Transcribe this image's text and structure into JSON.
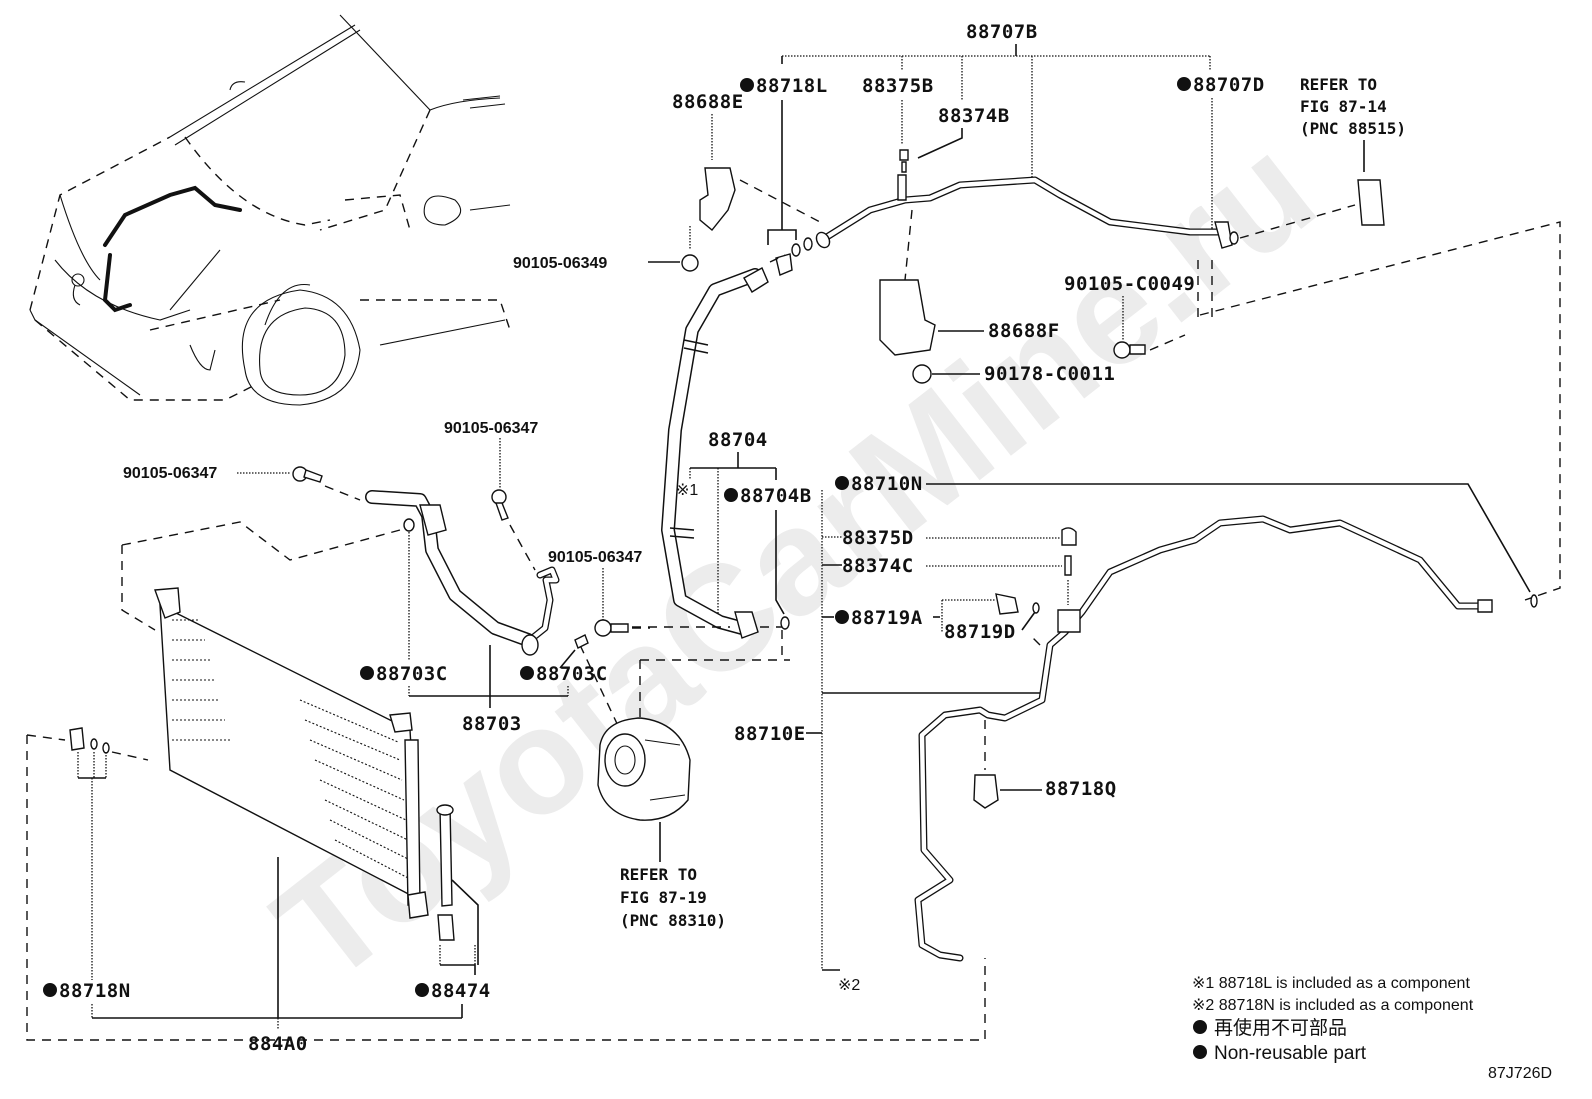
{
  "diagram": {
    "type": "exploded-parts-diagram",
    "subject": "Air conditioner refrigerant piping, condenser and hoses",
    "watermark": "ToyotaCarMine.ru",
    "figure_code": "87J726D"
  },
  "labels": {
    "p88707B": "88707B",
    "p88718L": "88718L",
    "p88375B": "88375B",
    "p88374B": "88374B",
    "p88707D": "88707D",
    "p88688E": "88688E",
    "p90105_06349": "90105-06349",
    "p90105_C0049": "90105-C0049",
    "p88688F": "88688F",
    "p90178_C0011": "90178-C0011",
    "p90105_06347_a": "90105-06347",
    "p90105_06347_b": "90105-06347",
    "p90105_06347_c": "90105-06347",
    "p88704": "88704",
    "note1_mark": "※1",
    "p88704B": "88704B",
    "p88710N": "88710N",
    "p88375D": "88375D",
    "p88374C": "88374C",
    "p88719A": "88719A",
    "p88719D": "88719D",
    "p88703C_left": "88703C",
    "p88703C_right": "88703C",
    "p88703": "88703",
    "p88710E": "88710E",
    "p88718Q": "88718Q",
    "note2_mark": "※2",
    "p88718N": "88718N",
    "p88474": "88474",
    "p884A0": "884A0"
  },
  "references": {
    "top_right": [
      "REFER TO",
      "FIG 87-14",
      "(PNC 88515)"
    ],
    "compressor": [
      "REFER TO",
      "FIG 87-19",
      "(PNC 88310)"
    ]
  },
  "non_reusable_parts": [
    "88718L",
    "88707D",
    "88704B",
    "88710N",
    "88719A",
    "88703C",
    "88718N",
    "88474"
  ],
  "legend": {
    "notes": [
      "※1 88718L is included as a component",
      "※2 88718N is included as a component"
    ],
    "bullet_jp": "再使用不可部品",
    "bullet_en": "Non-reusable part"
  }
}
